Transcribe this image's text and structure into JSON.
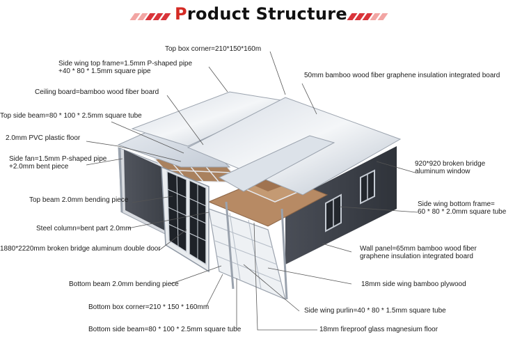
{
  "header": {
    "title_first_letter": "P",
    "title_rest": "roduct Structure"
  },
  "labels": {
    "top_box_corner": "Top box corner=210*150*160m",
    "side_wing_top_frame": "Side wing top frame=1.5mm P-shaped pipe\n+40 * 80 * 1.5mm square pipe",
    "bamboo_insulation_board": "50mm bamboo wood fiber graphene insulation integrated board",
    "ceiling_board": "Ceiling board=bamboo wood fiber board",
    "top_side_beam": "Top side beam=80 * 100 * 2.5mm square tube",
    "pvc_floor": "2.0mm PVC plastic floor",
    "side_fan": "Side fan=1.5mm P-shaped pipe\n+2.0mm bent piece",
    "aluminum_window": "920*920 broken bridge\naluminum window",
    "top_beam": "Top beam 2.0mm bending piece",
    "side_wing_bottom_frame": "Side wing bottom frame=\n60 * 80 * 2.0mm square tube",
    "steel_column": "Steel column=bent part 2.0mm",
    "double_door": "1880*2220mm broken bridge aluminum double door",
    "wall_panel": "Wall panel=65mm bamboo wood fiber\ngraphene insulation integrated board",
    "bottom_beam": "Bottom beam 2.0mm bending piece",
    "side_wing_plywood": "18mm side wing bamboo plywood",
    "bottom_box_corner": "Bottom box corner=210 * 150 * 160mm",
    "side_wing_purlin": "Side wing purlin=40 * 80 * 1.5mm square tube",
    "bottom_side_beam": "Bottom side beam=80 * 100 * 2.5mm square tube",
    "magnesium_floor": "18mm fireproof glass magnesium floor"
  },
  "colors": {
    "accent_red": "#d42a24",
    "stripe_light": "#f2a5a3",
    "leader_line": "#555555",
    "wall_dark": "#3b3f47",
    "roof_light": "#e6eaef",
    "floor_wood": "#b78a64"
  }
}
